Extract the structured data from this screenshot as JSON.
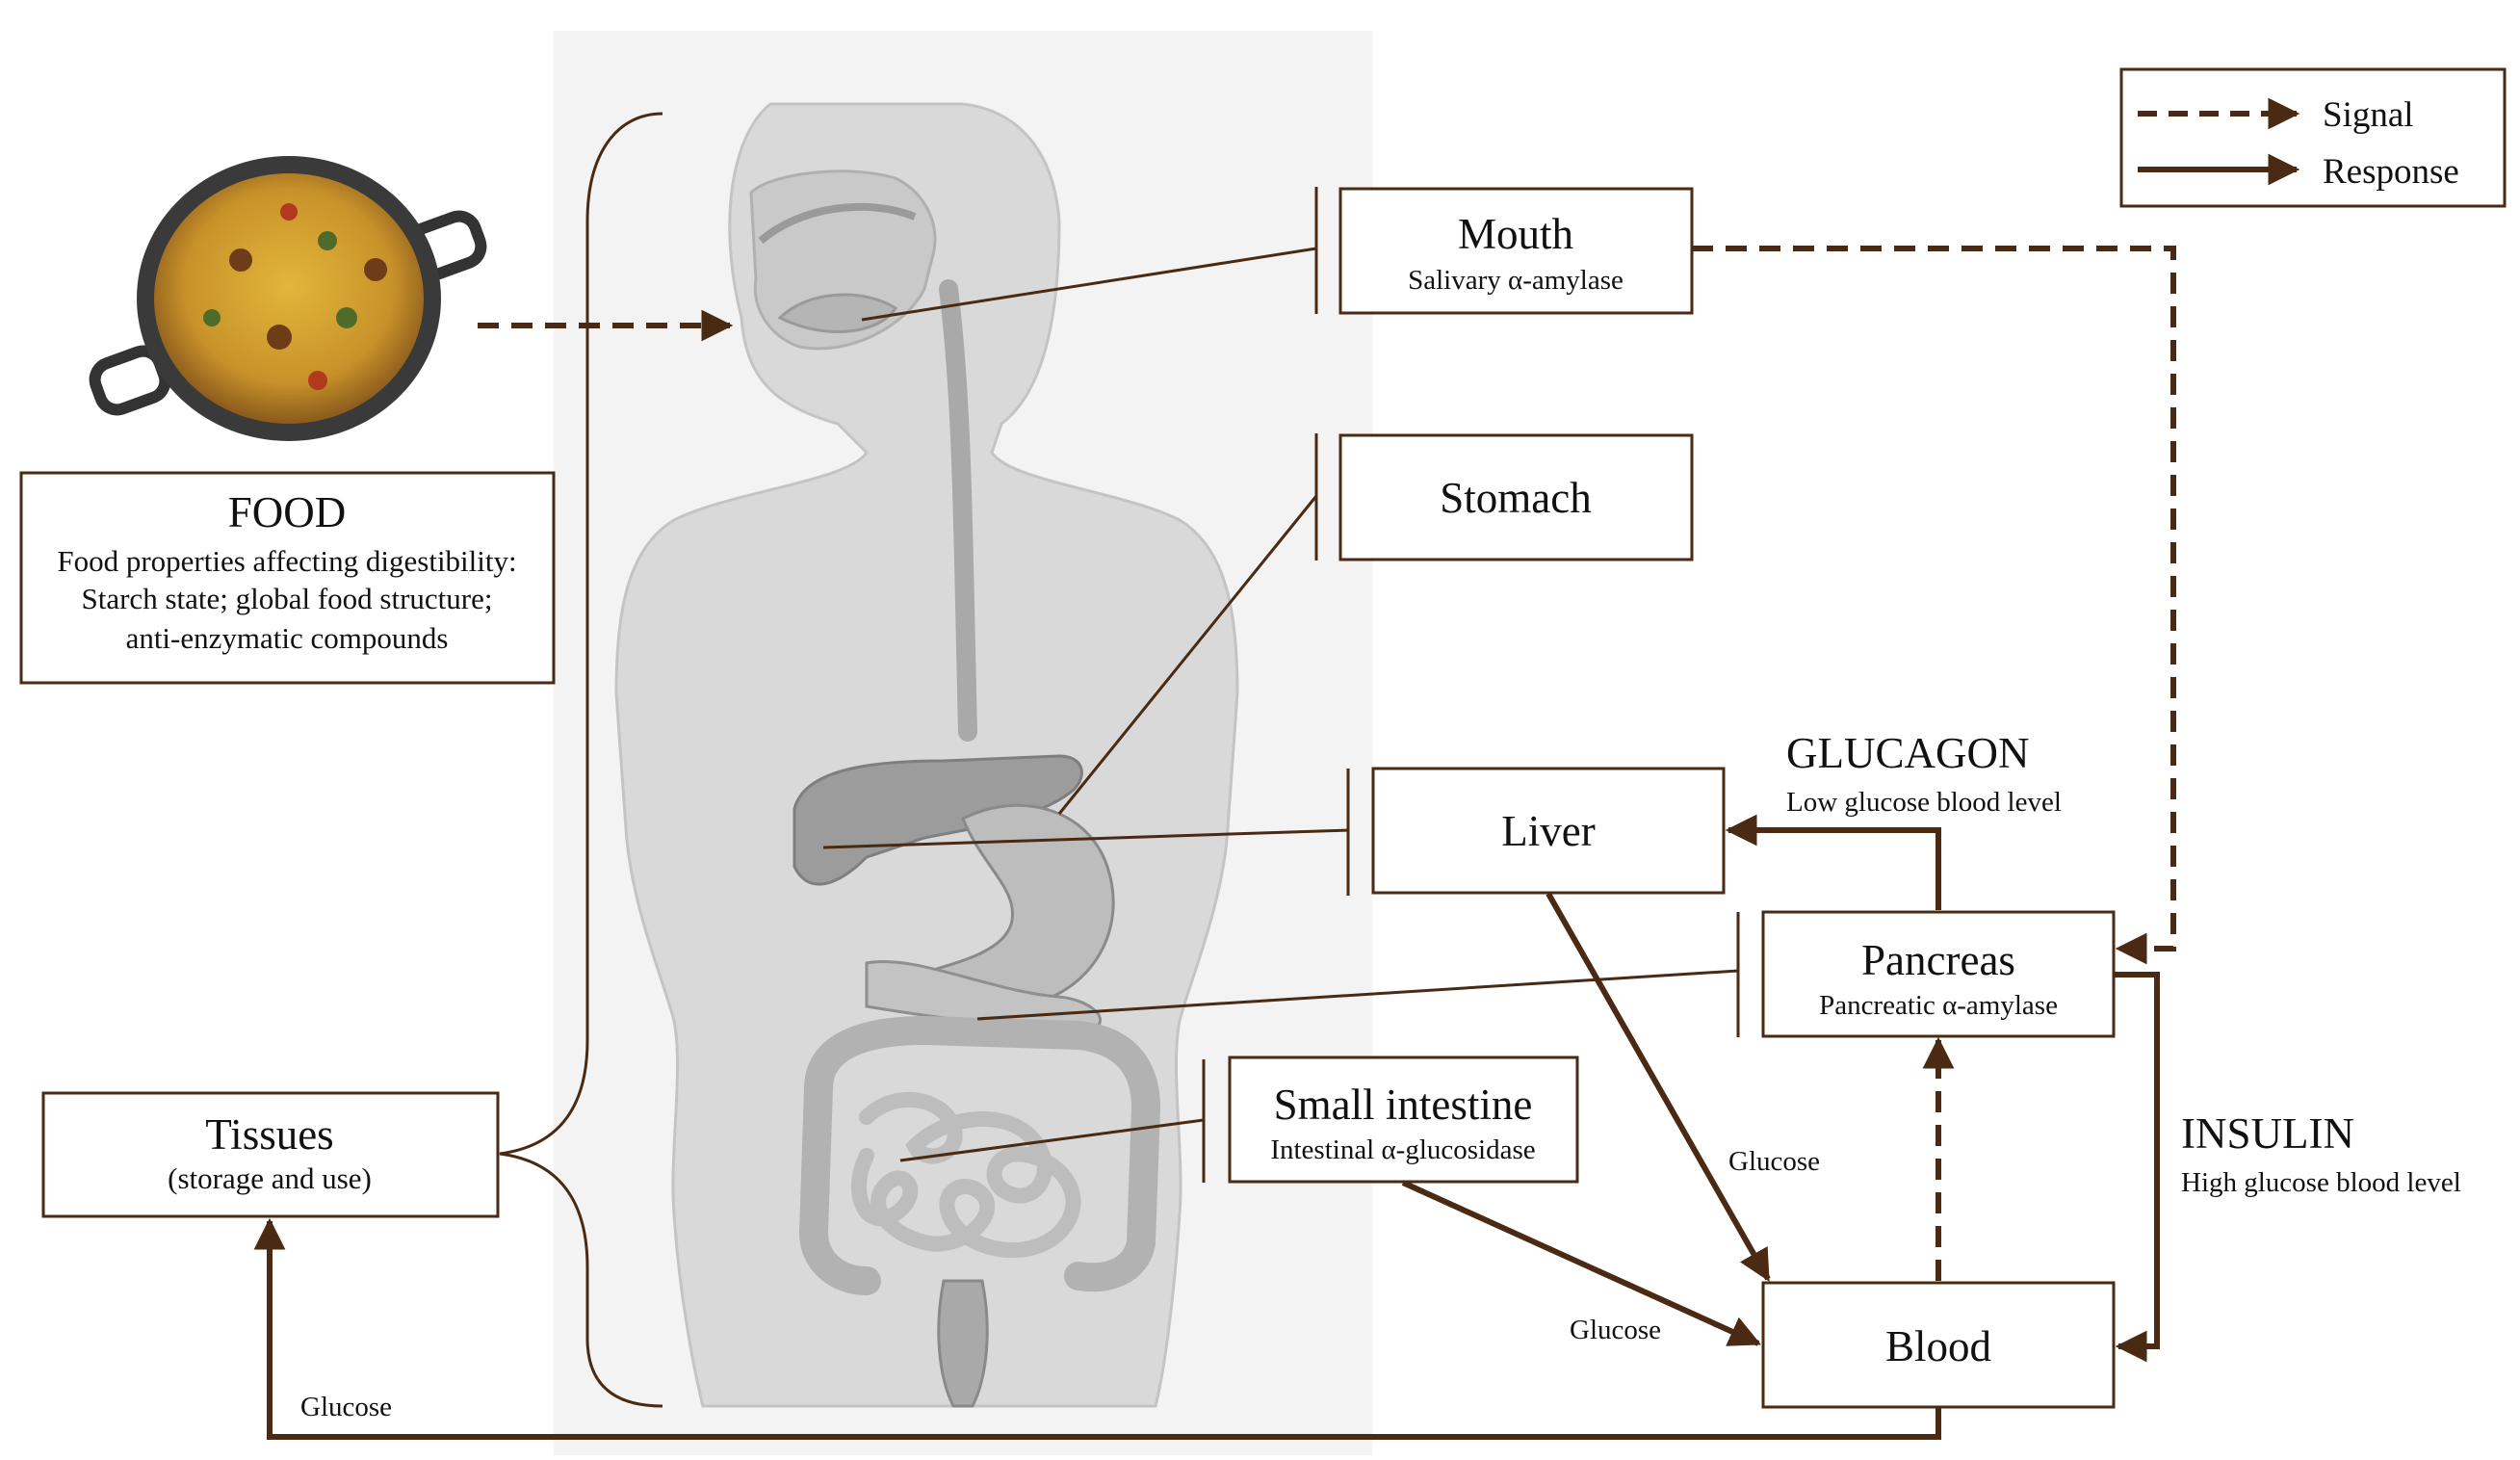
{
  "colors": {
    "arrow": "#4a2a12",
    "box_border": "#4a2a12",
    "body_panel": "#f3f3f3",
    "body_fill": "#d9d9d9",
    "body_outline": "#c4c4c4",
    "organ_fill": "#b9b9b9"
  },
  "legend": {
    "signal": "Signal",
    "response": "Response"
  },
  "food": {
    "title": "FOOD",
    "line1": "Food properties affecting digestibility:",
    "line2": "Starch state; global food structure;",
    "line3": "anti-enzymatic compounds"
  },
  "organs": {
    "mouth": {
      "title": "Mouth",
      "subtitle": "Salivary α-amylase"
    },
    "stomach": {
      "title": "Stomach"
    },
    "liver": {
      "title": "Liver"
    },
    "pancreas": {
      "title": "Pancreas",
      "subtitle": "Pancreatic α-amylase"
    },
    "small_intestine": {
      "title": "Small intestine",
      "subtitle": "Intestinal α-glucosidase"
    },
    "blood": {
      "title": "Blood"
    },
    "tissues": {
      "title": "Tissues",
      "subtitle": "(storage and use)"
    }
  },
  "hormones": {
    "glucagon": {
      "title": "GLUCAGON",
      "subtitle": "Low glucose blood level"
    },
    "insulin": {
      "title": "INSULIN",
      "subtitle": "High glucose blood level"
    }
  },
  "edge_labels": {
    "glucose_liver": "Glucose",
    "glucose_intestine": "Glucose",
    "glucose_tissues": "Glucose"
  }
}
